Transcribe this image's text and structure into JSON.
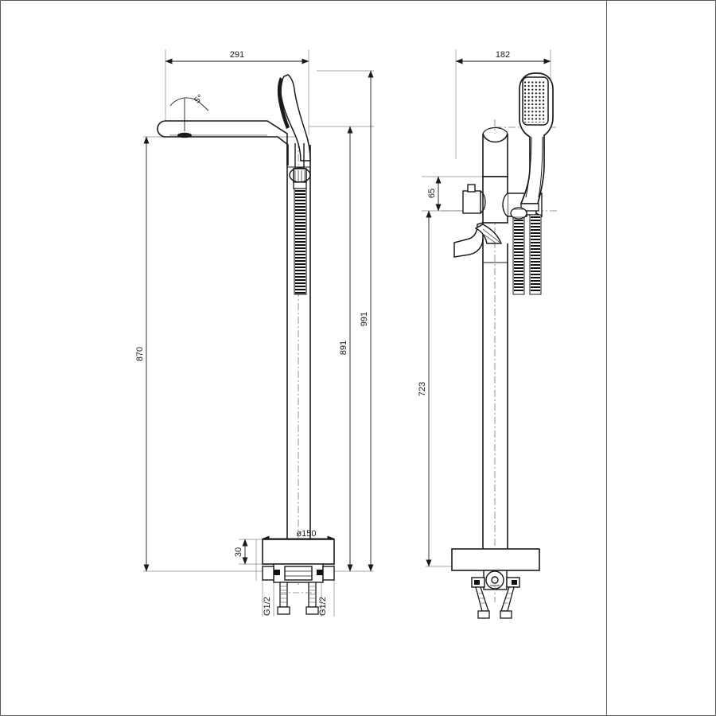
{
  "drawing": {
    "type": "technical-drawing",
    "subject": "floor-standing bath mixer with handheld shower",
    "views": [
      {
        "id": "front-view",
        "label": ""
      },
      {
        "id": "side-view",
        "label": ""
      }
    ],
    "border": {
      "color": "#4d4d4d",
      "right_margin_line_x": 762
    },
    "line_color": "#1a1a1a",
    "background": "#ffffff"
  },
  "dimensions": {
    "front": {
      "spout_reach": "291",
      "overall_height": "870",
      "column_to_shower_bracket": "891",
      "column_to_shower_top": "991",
      "base_plate_thickness": "30",
      "base_plate_diameter": "ø150",
      "inlet_left": "G1/2",
      "inlet_right": "G1/2",
      "spout_angle": "5°"
    },
    "side": {
      "projection": "182",
      "handle_offset": "65",
      "body_height": "723"
    }
  },
  "labels": {
    "d291": "291",
    "d870": "870",
    "d891": "891",
    "d991": "991",
    "d30": "30",
    "d150": "ø150",
    "g12_left": "G1/2",
    "g12_right": "G1/2",
    "angle5": "5°",
    "d182": "182",
    "d65": "65",
    "d723": "723"
  }
}
